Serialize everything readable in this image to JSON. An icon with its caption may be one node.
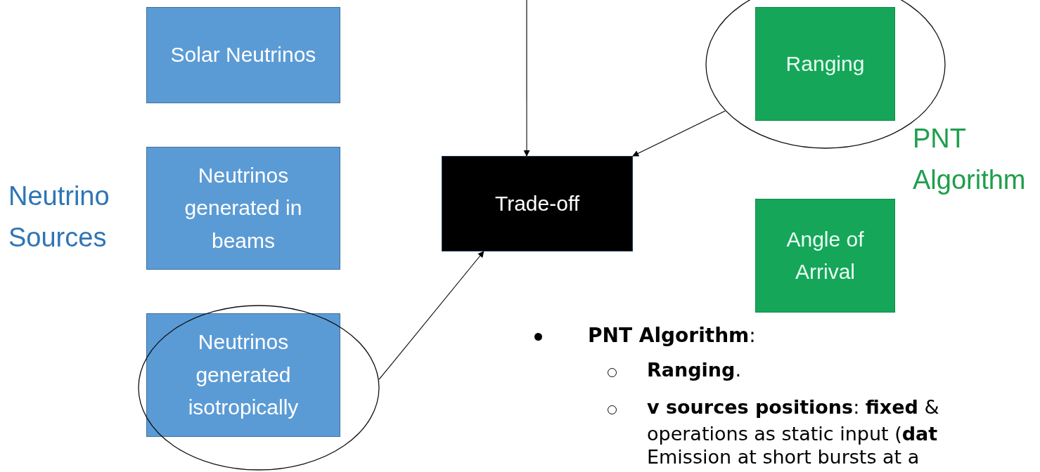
{
  "diagram": {
    "nodes": [
      {
        "text": [
          "Solar Neutrinos"
        ]
      },
      {
        "text": [
          "Neutrinos generated in beams"
        ]
      },
      {
        "text": [],
        "shape": "circle"
      },
      {
        "text": [
          "Neutrinos generated isotropically"
        ],
        "in": 2
      },
      {
        "text": [
          "Trade-off"
        ]
      },
      {
        "text": [],
        "shape": "circle"
      },
      {
        "text": [
          "Ranging"
        ],
        "in": 5
      },
      {
        "text": [
          "Angle of Arrival"
        ]
      }
    ],
    "edges": [
      {
        "from": null,
        "to": 4,
        "arrow": "to"
      },
      {
        "from": 2,
        "to": 4,
        "arrow": "to"
      },
      {
        "from": 5,
        "to": 4,
        "arrow": "to"
      }
    ],
    "labels": [
      "Neutrino Sources",
      "PNT Algorithm",
      "**PNT Algorithm**:",
      "**Ranging**.",
      "**v sources positions**: **fixed** & operations as static input (**dat**",
      "Emission at short bursts at a"
    ]
  }
}
